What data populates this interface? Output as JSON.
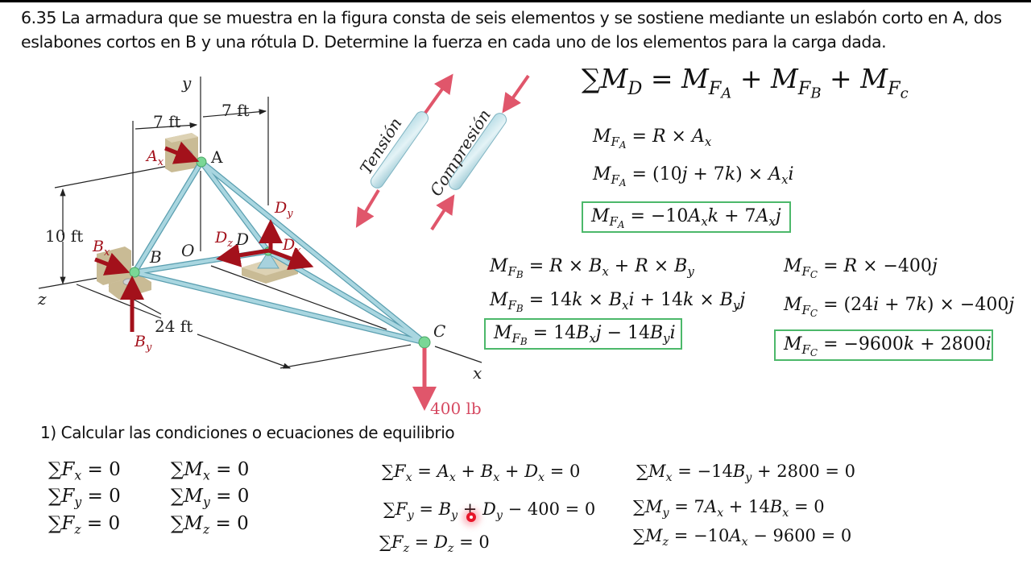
{
  "problem": {
    "line1": "6.35 La armadura que se muestra en la figura consta de seis elementos y se sostiene mediante un eslabón corto en A, dos",
    "line2": "eslabones cortos en B y una rótula D. Determine la fuerza en cada uno de los elementos para la carga dada."
  },
  "figure": {
    "axis_y": "y",
    "axis_x": "x",
    "axis_z": "z",
    "dim_left": "7 ft",
    "dim_right": "7 ft",
    "dim_height": "10 ft",
    "dim_length": "24 ft",
    "node_A": "A",
    "node_B": "B",
    "node_C": "C",
    "node_D": "D",
    "node_O": "O",
    "load": "400 lb",
    "force_Ax": "A",
    "force_Ax_sub": "x",
    "force_Bx": "B",
    "force_Bx_sub": "x",
    "force_By": "B",
    "force_By_sub": "y",
    "force_Dy": "D",
    "force_Dy_sub": "y",
    "force_Dz": "D",
    "force_Dz_sub": "z",
    "force_Dx": "D",
    "force_Dx_sub": "x",
    "legend_tension": "Tensión",
    "legend_compression": "Compresión",
    "colors": {
      "member": "#8fc6d3",
      "member_edge": "#5b9fb0",
      "reaction": "#a3111b",
      "load": "#e0566b",
      "joint": "#6fd08a",
      "support": "#cdbf9c"
    }
  },
  "equations": {
    "sum_md": "∑M_D = M_FA + M_FB + M_Fc",
    "mfa": [
      "M_FA = R × A_x",
      "M_FA = (10j + 7k) × A_x i",
      "M_FA = −10A_x k + 7A_x j"
    ],
    "mfb": [
      "M_FB = R × B_x + R × B_y",
      "M_FB = 14k × B_x i + 14k × B_y j",
      "M_FB = 14B_x j − 14B_y i"
    ],
    "mfc": [
      "M_FC = R × −400j",
      "M_FC = (24i + 7k) × −400j",
      "M_FC = −9600k + 2800i"
    ]
  },
  "step1": {
    "title": "1) Calcular las condiciones o ecuaciones de equilibrio",
    "general": [
      "∑F_x = 0",
      "∑F_y = 0",
      "∑F_z = 0",
      "∑M_x = 0",
      "∑M_y = 0",
      "∑M_z = 0"
    ],
    "forces": [
      "∑F_x = A_x + B_x + D_x = 0",
      "∑F_y = B_y + D_y − 400 = 0",
      "∑F_z = D_z = 0"
    ],
    "moments": [
      "∑M_x = −14B_y + 2800 = 0",
      "∑M_y = 7A_x + 14B_x = 0",
      "∑M_z = −10A_x − 9600 = 0"
    ]
  },
  "accent": {
    "box_border": "#4cb86a",
    "cursor": "#e8162a"
  }
}
